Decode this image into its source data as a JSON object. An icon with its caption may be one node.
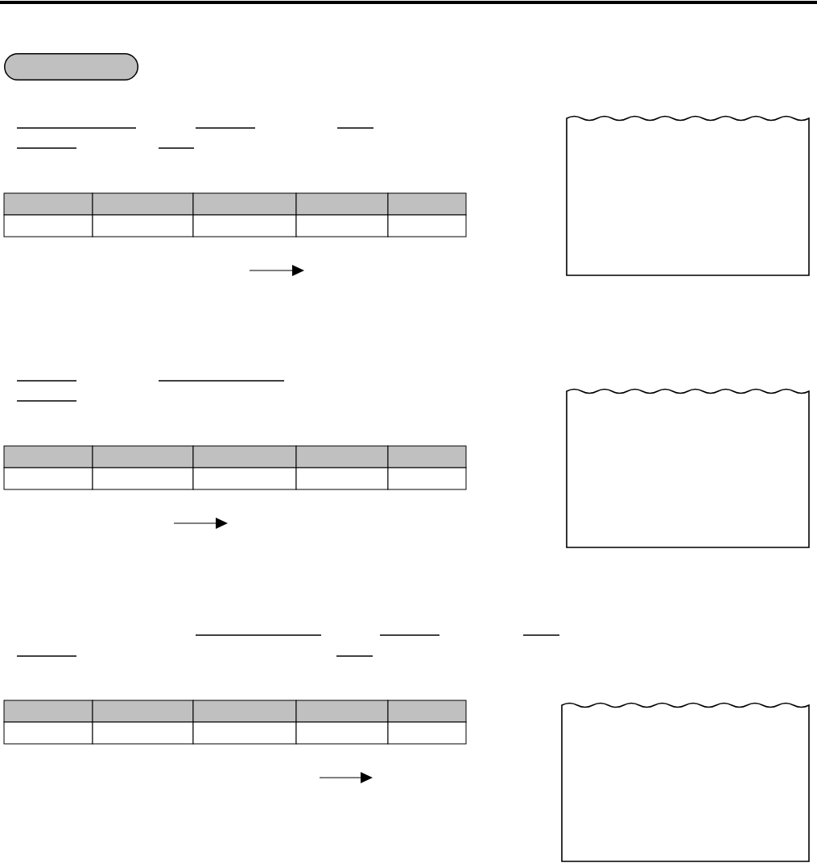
{
  "diagram": {
    "nodes": [
      {
        "text": [],
        "shape": "pill"
      },
      {
        "text": [],
        "shape": "receipt"
      },
      {
        "text": [],
        "shape": "receipt"
      },
      {
        "text": [],
        "shape": "receipt"
      }
    ]
  }
}
